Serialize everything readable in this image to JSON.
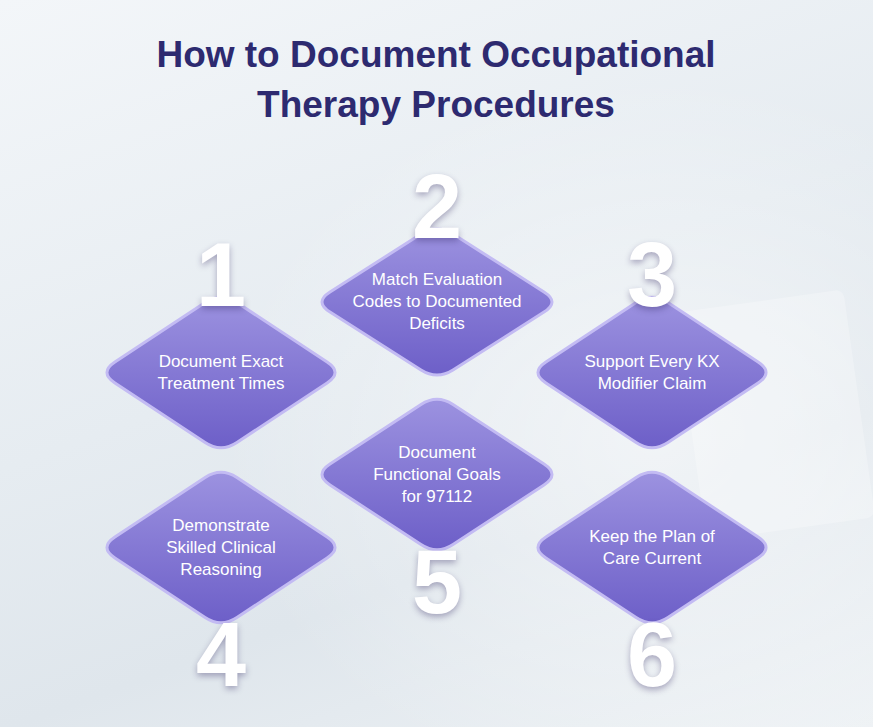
{
  "diagram": {
    "title": "How to Document Occupational Therapy Procedures",
    "nodes": [
      {
        "text": [
          "1",
          "Document Exact Treatment Times"
        ]
      },
      {
        "text": [
          "2",
          "Match Evaluation Codes to Documented Deficits"
        ]
      },
      {
        "text": [
          "3",
          "Support Every KX Modifier Claim"
        ]
      },
      {
        "text": [
          "4",
          "Demonstrate Skilled Clinical Reasoning"
        ]
      },
      {
        "text": [
          "5",
          "Document Functional Goals for 97112"
        ]
      },
      {
        "text": [
          "6",
          "Keep the Plan of Care Current"
        ]
      }
    ]
  }
}
